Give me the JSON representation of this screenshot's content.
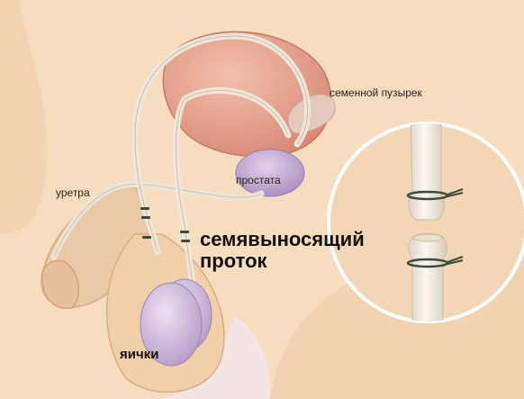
{
  "labels": {
    "seminal_vesicle": "семенной пузырек",
    "prostate": "простата",
    "urethra": "уретра",
    "vas_line1": "семявыносящий",
    "vas_line2": "проток",
    "testes": "яички"
  },
  "colors": {
    "background": "#f6e3e4",
    "skin": "#f3d9b8",
    "bladder": "#e9a390",
    "prostate": "#c9b6d6",
    "testis": "#d8c4e2",
    "duct": "#f2ece2",
    "suture": "#3b4a3a"
  }
}
